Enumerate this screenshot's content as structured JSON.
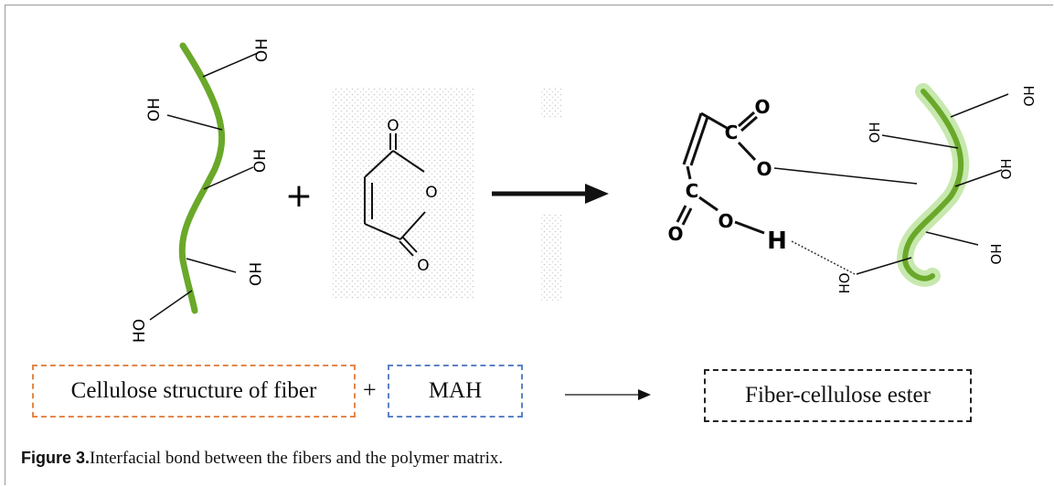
{
  "figure": {
    "labels": {
      "cellulose": "Cellulose structure of fiber",
      "plus": "+",
      "mah": "MAH",
      "ester": "Fiber-cellulose ester"
    },
    "caption": {
      "number": "Figure 3.",
      "text": "Interfacial bond between the fibers and the polymer matrix."
    },
    "chem": {
      "oh": "OH",
      "ho": "HO",
      "o": "O",
      "c": "C",
      "h": "H",
      "plus": "+"
    },
    "colors": {
      "fiber": "#6aa82a",
      "fiber_glow": "#b9e29a",
      "box_cellulose": "#e2874a",
      "box_mah": "#5b82c4",
      "box_ester": "#222222"
    }
  }
}
